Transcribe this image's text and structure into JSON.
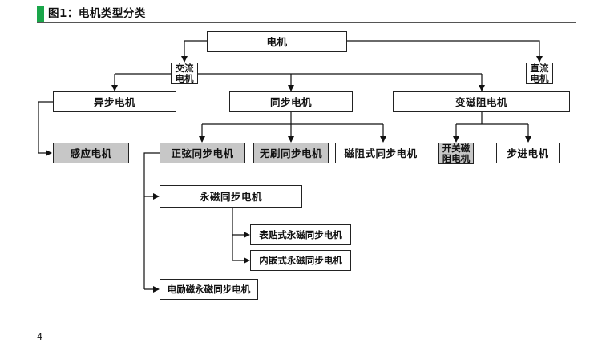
{
  "title": "图1：电机类型分类",
  "page_number": "4",
  "nodes": {
    "motor": "电机",
    "ac_motor": "交流\n电机",
    "dc_motor": "直流\n电机",
    "async_motor": "异步电机",
    "sync_motor": "同步电机",
    "reluctance_motor": "变磁阻电机",
    "induction_motor": "感应电机",
    "sine_sync_motor": "正弦同步电机",
    "brushless_sync_motor": "无刷同步电机",
    "reluctance_sync_motor": "磁阻式同步电机",
    "switched_reluctance_motor": "开关磁\n阻电机",
    "stepper_motor": "步进电机",
    "pm_sync_motor": "永磁同步电机",
    "surface_pm_motor": "表贴式永磁同步电机",
    "interior_pm_motor": "内嵌式永磁同步电机",
    "excited_pm_motor": "电励磁永磁同步电机"
  },
  "colors": {
    "accent": "#1aa64a",
    "highlight_fill": "#c7c7c7"
  }
}
